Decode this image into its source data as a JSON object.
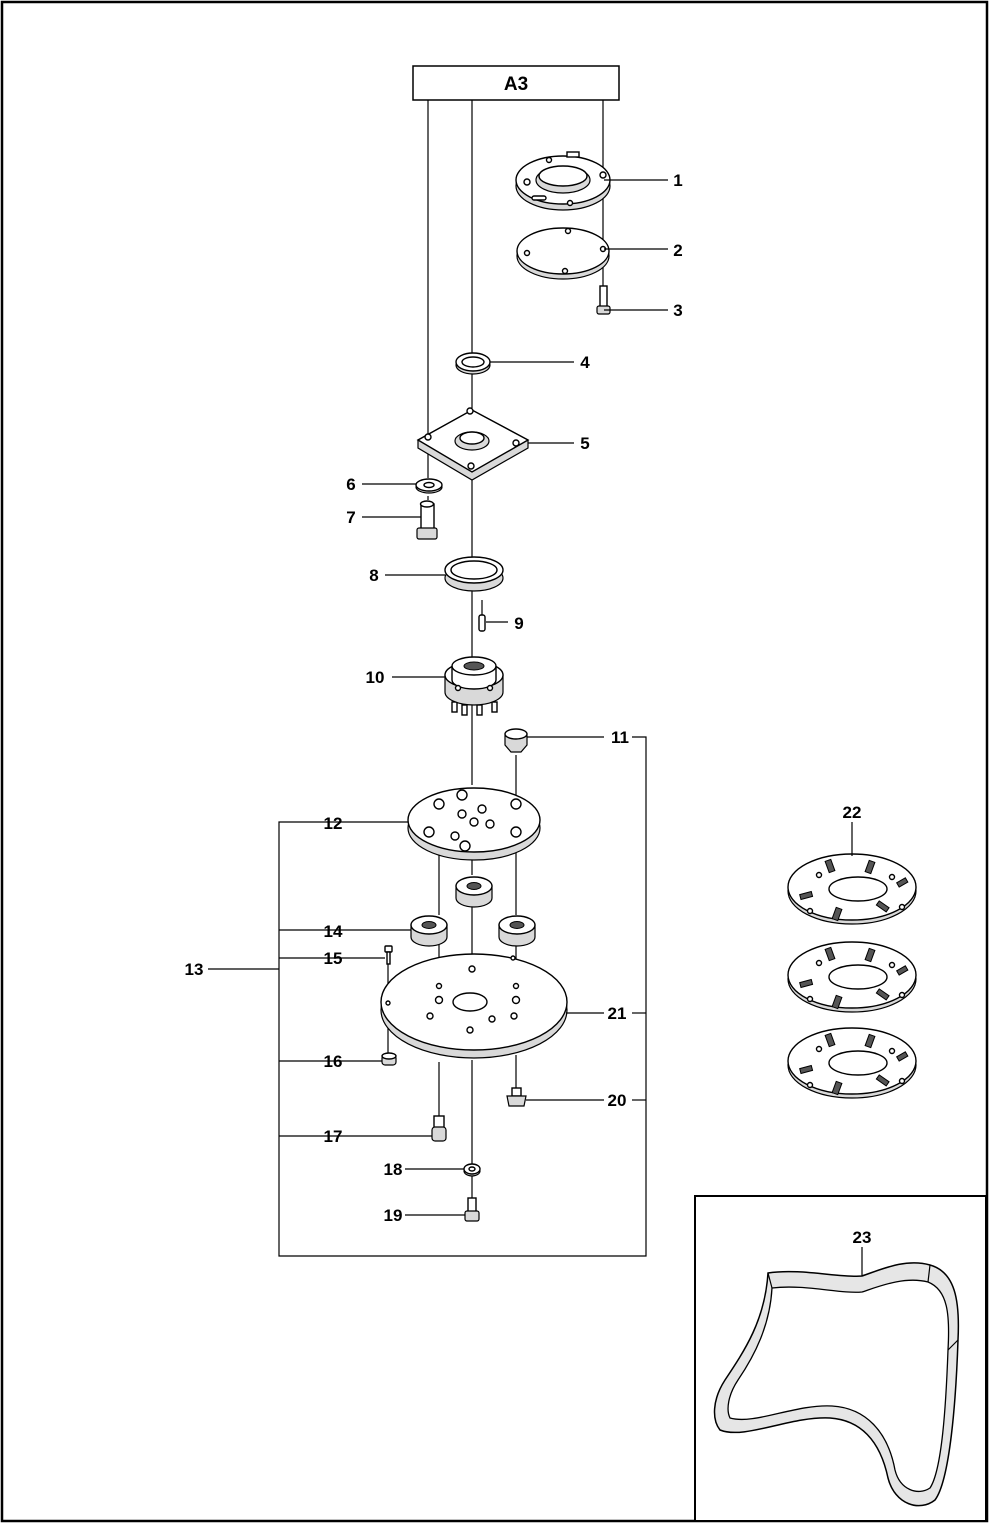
{
  "header": {
    "label": "A3"
  },
  "callouts": {
    "c1": "1",
    "c2": "2",
    "c3": "3",
    "c4": "4",
    "c5": "5",
    "c6": "6",
    "c7": "7",
    "c8": "8",
    "c9": "9",
    "c10": "10",
    "c11": "11",
    "c12": "12",
    "c13": "13",
    "c14": "14",
    "c15": "15",
    "c16": "16",
    "c17": "17",
    "c18": "18",
    "c19": "19",
    "c20": "20",
    "c21": "21",
    "c22": "22",
    "c23": "23"
  }
}
